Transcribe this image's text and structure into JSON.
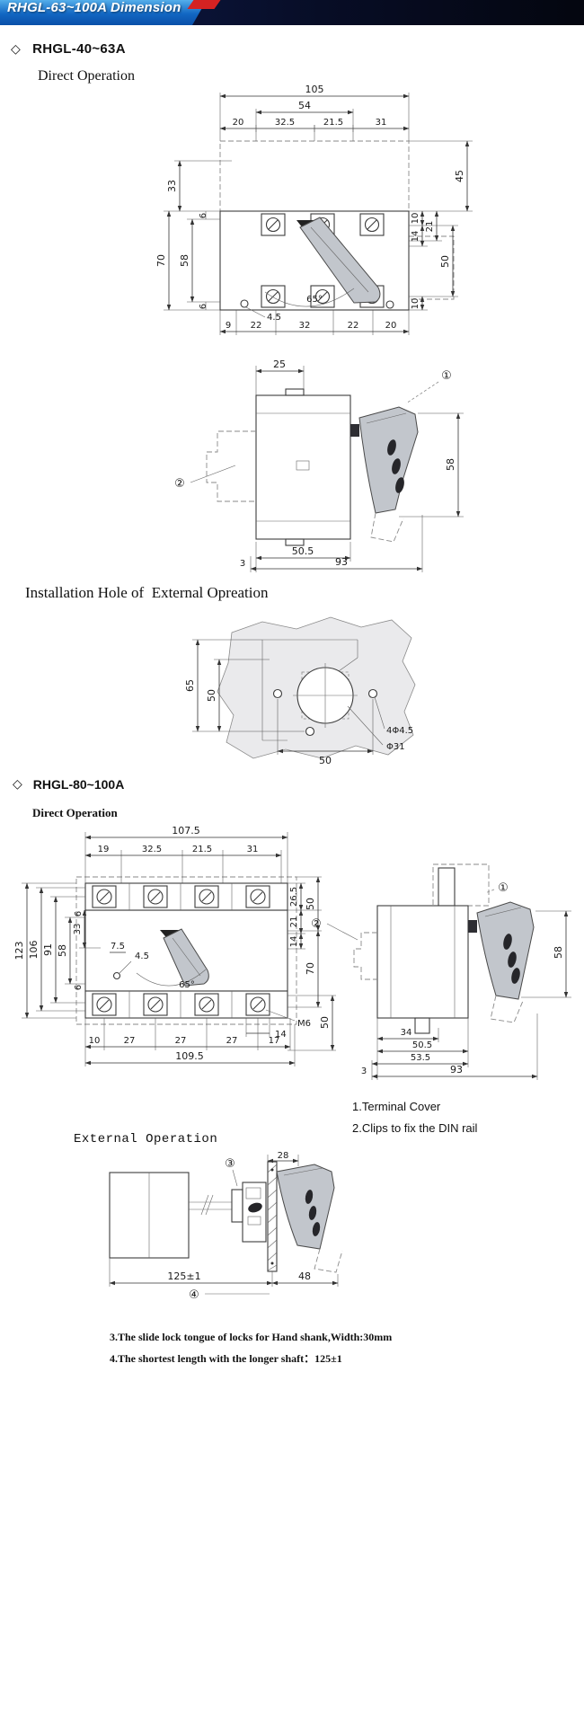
{
  "header": {
    "title": "RHGL-63~100A Dimension"
  },
  "s1": {
    "bullet": "◇",
    "title": "RHGL-40~63A",
    "subtitle": "Direct Operation"
  },
  "d1": {
    "t105": "105",
    "t54": "54",
    "t20": "20",
    "t32_5": "32.5",
    "t21_5": "21.5",
    "t31": "31",
    "l33": "33",
    "l6t": "6",
    "l70": "70",
    "l58": "58",
    "l6b": "6",
    "r45": "45",
    "r10t": "10",
    "r21": "21",
    "r14": "14",
    "r50": "50",
    "r10b": "10",
    "a65": "65°",
    "h4_5": "4.5",
    "b9": "9",
    "b22a": "22",
    "b32": "32",
    "b22b": "22",
    "b20": "20"
  },
  "d2": {
    "t25": "25",
    "c1": "①",
    "c2": "②",
    "r58": "58",
    "b50_5": "50.5",
    "b3": "3",
    "b93": "93"
  },
  "s2": {
    "title": "Installation Hole of  External Opreation"
  },
  "d3": {
    "l65": "65",
    "l50": "50",
    "holes": "4Φ4.5",
    "dia": "Φ31",
    "b50": "50"
  },
  "s3": {
    "bullet": "◇",
    "title": "RHGL-80~100A",
    "subtitle": "Direct Operation"
  },
  "d4": {
    "t107_5": "107.5",
    "t19": "19",
    "t32_5": "32.5",
    "t21_5": "21.5",
    "t31": "31",
    "l123": "123",
    "l106": "106",
    "l91": "91",
    "l58": "58",
    "l6t": "6",
    "l6b": "6",
    "l33": "33",
    "r26_5": "26.5",
    "r50t": "50",
    "r21": "21",
    "r14": "14",
    "r70": "70",
    "r50b": "50",
    "m6": "M6",
    "b14": "14",
    "i7_5": "7.5",
    "i4_5": "4.5",
    "a65": "65°",
    "b10": "10",
    "b27a": "27",
    "b27b": "27",
    "b27c": "27",
    "b17": "17",
    "b109_5": "109.5"
  },
  "d4s": {
    "c1": "①",
    "c2": "②",
    "r58": "58",
    "b34": "34",
    "b50_5": "50.5",
    "b53_5": "53.5",
    "b3": "3",
    "b93": "93"
  },
  "notes12": {
    "n1": "1.Terminal Cover",
    "n2": "2.Clips to fix the DIN rail"
  },
  "s4": {
    "title": "External Operation"
  },
  "d5": {
    "t28": "28",
    "c3": "③",
    "b125": "125±1",
    "b48": "48",
    "c4": "④"
  },
  "notes34": {
    "n3": "3.The slide lock tongue of locks for Hand shank,Width:30mm",
    "n4": "4.The shortest length with the longer shaft：125±1"
  }
}
